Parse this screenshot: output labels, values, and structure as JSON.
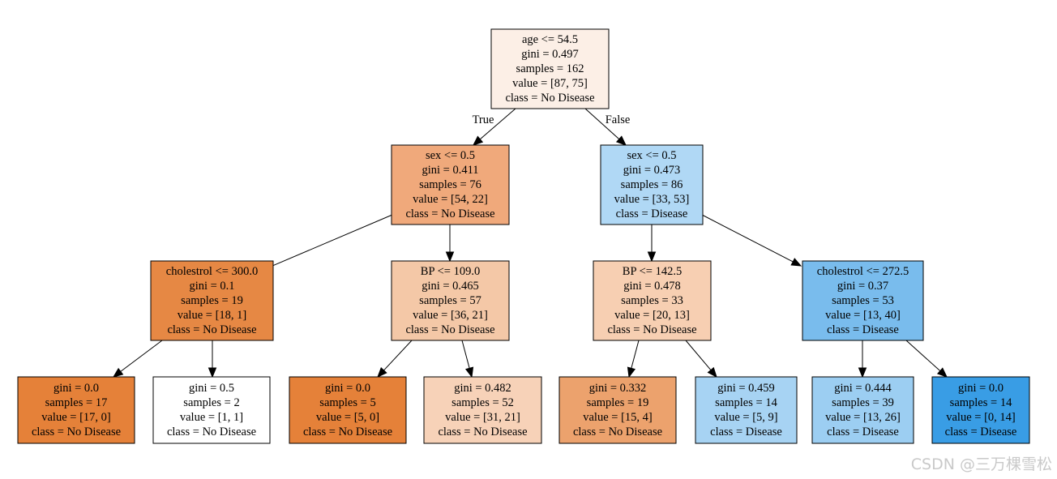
{
  "diagram": {
    "nodes": [
      {
        "id": "n0",
        "lines": [
          "age <= 54.5",
          "gini = 0.497",
          "samples = 162",
          "value = [87, 75]",
          "class = No Disease"
        ],
        "fill": "#fcefe6"
      },
      {
        "id": "n1",
        "lines": [
          "sex <= 0.5",
          "gini = 0.411",
          "samples = 76",
          "value = [54, 22]",
          "class = No Disease"
        ],
        "fill": "#f0a97b"
      },
      {
        "id": "n2",
        "lines": [
          "sex <= 0.5",
          "gini = 0.473",
          "samples = 86",
          "value = [33, 53]",
          "class = Disease"
        ],
        "fill": "#b0d8f5"
      },
      {
        "id": "n3",
        "lines": [
          "cholestrol <= 300.0",
          "gini = 0.1",
          "samples = 19",
          "value = [18, 1]",
          "class = No Disease"
        ],
        "fill": "#e68844"
      },
      {
        "id": "n4",
        "lines": [
          "BP <= 109.0",
          "gini = 0.465",
          "samples = 57",
          "value = [36, 21]",
          "class = No Disease"
        ],
        "fill": "#f4c8a7"
      },
      {
        "id": "n5",
        "lines": [
          "BP <= 142.5",
          "gini = 0.478",
          "samples = 33",
          "value = [20, 13]",
          "class = No Disease"
        ],
        "fill": "#f7cfb2"
      },
      {
        "id": "n6",
        "lines": [
          "cholestrol <= 272.5",
          "gini = 0.37",
          "samples = 53",
          "value = [13, 40]",
          "class = Disease"
        ],
        "fill": "#79bced"
      },
      {
        "id": "n7",
        "lines": [
          "gini = 0.0",
          "samples = 17",
          "value = [17, 0]",
          "class = No Disease"
        ],
        "fill": "#e58139"
      },
      {
        "id": "n8",
        "lines": [
          "gini = 0.5",
          "samples = 2",
          "value = [1, 1]",
          "class = No Disease"
        ],
        "fill": "#ffffff"
      },
      {
        "id": "n9",
        "lines": [
          "gini = 0.0",
          "samples = 5",
          "value = [5, 0]",
          "class = No Disease"
        ],
        "fill": "#e58139"
      },
      {
        "id": "n10",
        "lines": [
          "gini = 0.482",
          "samples = 52",
          "value = [31, 21]",
          "class = No Disease"
        ],
        "fill": "#f7d2b8"
      },
      {
        "id": "n11",
        "lines": [
          "gini = 0.332",
          "samples = 19",
          "value = [15, 4]",
          "class = No Disease"
        ],
        "fill": "#eca26d"
      },
      {
        "id": "n12",
        "lines": [
          "gini = 0.459",
          "samples = 14",
          "value = [5, 9]",
          "class = Disease"
        ],
        "fill": "#a7d3f3"
      },
      {
        "id": "n13",
        "lines": [
          "gini = 0.444",
          "samples = 39",
          "value = [13, 26]",
          "class = Disease"
        ],
        "fill": "#9ccef2"
      },
      {
        "id": "n14",
        "lines": [
          "gini = 0.0",
          "samples = 14",
          "value = [0, 14]",
          "class = Disease"
        ],
        "fill": "#399de5"
      }
    ],
    "edges": [
      {
        "from": "n0",
        "to": "n1",
        "label": "True"
      },
      {
        "from": "n0",
        "to": "n2",
        "label": "False"
      },
      {
        "from": "n1",
        "to": "n3",
        "label": ""
      },
      {
        "from": "n1",
        "to": "n4",
        "label": ""
      },
      {
        "from": "n2",
        "to": "n5",
        "label": ""
      },
      {
        "from": "n2",
        "to": "n6",
        "label": ""
      },
      {
        "from": "n3",
        "to": "n7",
        "label": ""
      },
      {
        "from": "n3",
        "to": "n8",
        "label": ""
      },
      {
        "from": "n4",
        "to": "n9",
        "label": ""
      },
      {
        "from": "n4",
        "to": "n10",
        "label": ""
      },
      {
        "from": "n5",
        "to": "n11",
        "label": ""
      },
      {
        "from": "n5",
        "to": "n12",
        "label": ""
      },
      {
        "from": "n6",
        "to": "n13",
        "label": ""
      },
      {
        "from": "n6",
        "to": "n14",
        "label": ""
      }
    ]
  },
  "watermark": "CSDN @三万棵雪松"
}
